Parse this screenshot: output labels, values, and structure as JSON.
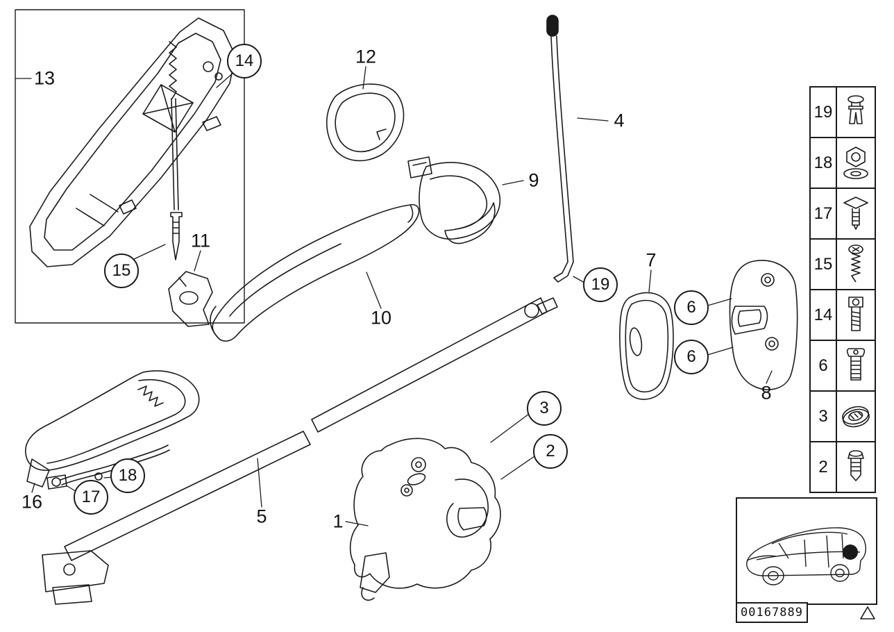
{
  "callouts": [
    {
      "label": "13"
    },
    {
      "label": "14"
    },
    {
      "label": "12"
    },
    {
      "label": "4"
    },
    {
      "label": "9"
    },
    {
      "label": "15"
    },
    {
      "label": "11"
    },
    {
      "label": "10"
    },
    {
      "label": "19"
    },
    {
      "label": "7"
    },
    {
      "label": "6"
    },
    {
      "label": "6"
    },
    {
      "label": "8"
    },
    {
      "label": "3"
    },
    {
      "label": "2"
    },
    {
      "label": "18"
    },
    {
      "label": "17"
    },
    {
      "label": "16"
    },
    {
      "label": "5"
    },
    {
      "label": "1"
    }
  ],
  "legend": {
    "items": [
      {
        "number": "19",
        "icon": "expansion-rivet"
      },
      {
        "number": "18",
        "icon": "hex-nut"
      },
      {
        "number": "17",
        "icon": "retaining-clip"
      },
      {
        "number": "15",
        "icon": "tapping-screw"
      },
      {
        "number": "14",
        "icon": "socket-head-bolt"
      },
      {
        "number": "6",
        "icon": "torx-bolt"
      },
      {
        "number": "3",
        "icon": "oval-grommet"
      },
      {
        "number": "2",
        "icon": "short-screw"
      }
    ]
  },
  "footer": {
    "image_id": "00167889"
  },
  "colors": {
    "line": "#1a1a1a",
    "background": "#ffffff"
  }
}
